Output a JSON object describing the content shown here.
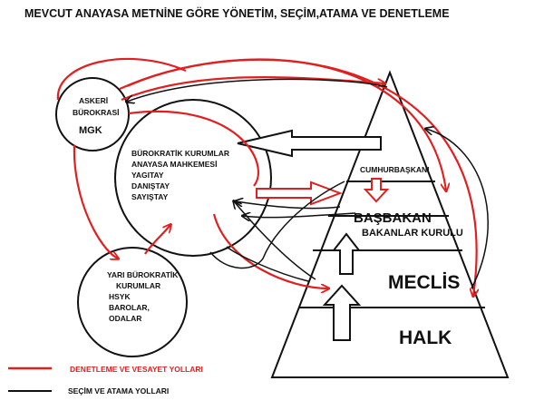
{
  "title": "MEVCUT ANAYASA METNİNE GÖRE YÖNETİM, SEÇİM,ATAMA VE DENETLEME",
  "askeri": {
    "line1": "ASKERİ",
    "line2": "BÜROKRASİ",
    "line3": "MGK"
  },
  "burokratik": {
    "line1": "BÜROKRATİK KURUMLAR",
    "line2": "ANAYASA MAHKEMESİ",
    "line3": "YAGITAY",
    "line4": "DANIŞTAY",
    "line5": "SAYIŞTAY"
  },
  "yari": {
    "line1": "YARI BÜROKRATİK",
    "line2": "KURUMLAR",
    "line3": "HSYK",
    "line4": "BAROLAR,",
    "line5": "ODALAR"
  },
  "pyramid": {
    "cumhurbaskani": "CUMHURBAŞKANI",
    "basbakan": "BAŞBAKAN",
    "bakanlar": "BAKANLAR KURULU",
    "meclis": "MECLİS",
    "halk": "HALK"
  },
  "legend": {
    "red": "DENETLEME VE VESAYET YOLLARI",
    "black": "SEÇİM VE ATAMA YOLLARI"
  },
  "colors": {
    "red": "#e02020",
    "black": "#111111"
  }
}
